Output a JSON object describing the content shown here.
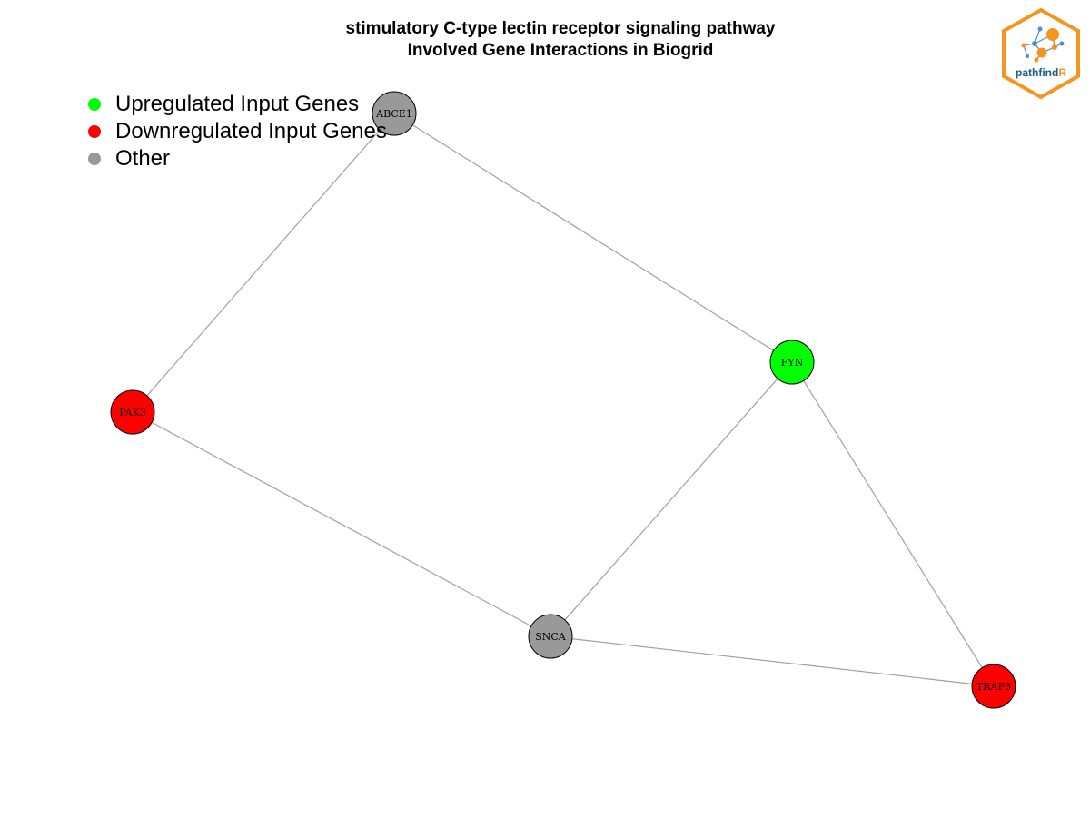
{
  "title": {
    "line1": "stimulatory C-type lectin receptor signaling pathway",
    "line2": "Involved Gene Interactions in Biogrid"
  },
  "legend": {
    "items": [
      {
        "label": "Upregulated Input Genes",
        "color": "#00ff00"
      },
      {
        "label": "Downregulated Input Genes",
        "color": "#ff0000"
      },
      {
        "label": "Other",
        "color": "#999999"
      }
    ]
  },
  "logo": {
    "text_main": "pathfind",
    "text_accent": "R",
    "border_color": "#f7941d",
    "text_color": "#1f5c8c",
    "accent_color": "#f7941d"
  },
  "network": {
    "edge_color": "#a0a0a0",
    "nodes": [
      {
        "id": "ABCE1",
        "label": "ABCE1",
        "color": "#999999"
      },
      {
        "id": "FYN",
        "label": "FYN",
        "color": "#00ff00"
      },
      {
        "id": "PAK3",
        "label": "PAK3",
        "color": "#ff0000"
      },
      {
        "id": "SNCA",
        "label": "SNCA",
        "color": "#999999"
      },
      {
        "id": "TRAF6",
        "label": "TRAF6",
        "color": "#ff0000"
      }
    ],
    "edges": [
      {
        "source": "ABCE1",
        "target": "PAK3"
      },
      {
        "source": "ABCE1",
        "target": "FYN"
      },
      {
        "source": "PAK3",
        "target": "SNCA"
      },
      {
        "source": "FYN",
        "target": "SNCA"
      },
      {
        "source": "FYN",
        "target": "TRAF6"
      },
      {
        "source": "SNCA",
        "target": "TRAF6"
      }
    ]
  }
}
